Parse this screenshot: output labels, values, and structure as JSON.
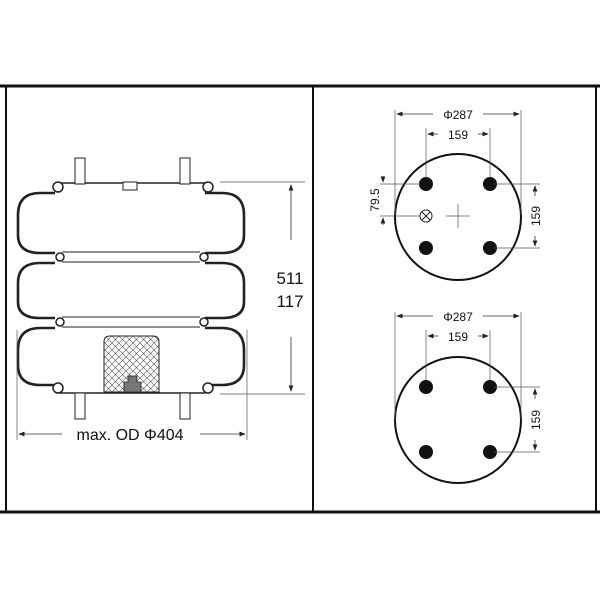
{
  "side_view": {
    "height_label": "511",
    "min_height_label": "117",
    "od_label": "max. OD Φ404"
  },
  "top_plate": {
    "diameter_label": "Φ287",
    "hole_spacing_label": "159",
    "vertical_spacing_label": "159",
    "offset_label": "79.5"
  },
  "bottom_plate": {
    "diameter_label": "Φ287",
    "hole_spacing_label": "159",
    "vertical_spacing_label": "159"
  },
  "colors": {
    "line": "#111111",
    "background": "#ffffff"
  }
}
